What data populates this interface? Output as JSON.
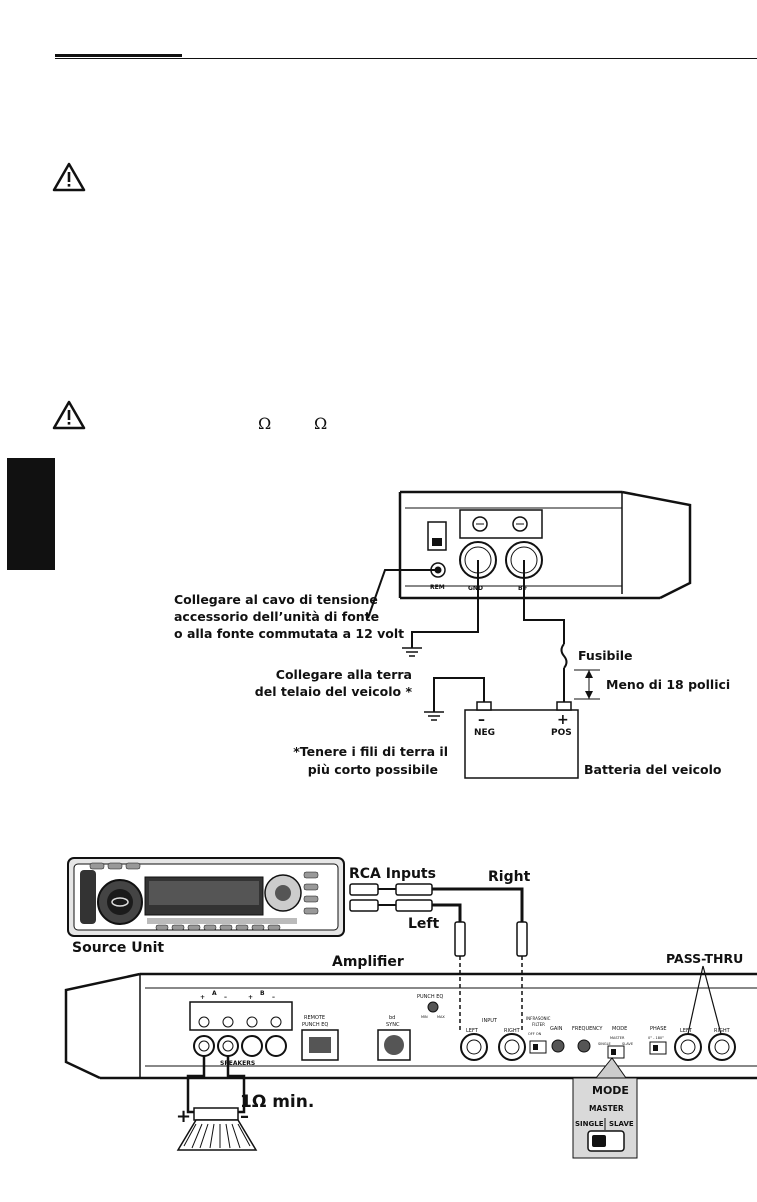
{
  "page": {
    "ohm_symbol_1": "Ω",
    "ohm_symbol_2": "Ω"
  },
  "power_diagram": {
    "amp_labels": {
      "rem": "REM",
      "gnd": "GND",
      "bplus": "B+"
    },
    "remote_label_1": "Collegare al cavo di tensione",
    "remote_label_2": "accessorio dell’unità di fonte",
    "remote_label_3": "o alla fonte commutata a 12 volt",
    "fuse_label": "Fusibile",
    "distance_label": "Meno di 18 pollici",
    "ground_label_1": "Collegare alla terra",
    "ground_label_2": "del telaio del veicolo *",
    "battery_neg_sign": "–",
    "battery_pos_sign": "+",
    "battery_neg": "NEG",
    "battery_pos": "POS",
    "note_1": "*Tenere i fili di terra il",
    "note_2": "più corto possibile",
    "battery_label": "Batteria del veicolo"
  },
  "signal_diagram": {
    "rca_inputs": "RCA Inputs",
    "right": "Right",
    "left": "Left",
    "source_unit": "Source Unit",
    "amplifier": "Amplifier",
    "pass_thru": "PASS-THRU",
    "speakers": "SPEAKERS",
    "speaker_a": "A",
    "speaker_b": "B",
    "remote_punch_eq_1": "REMOTE",
    "remote_punch_eq_2": "PUNCH EQ",
    "bd_sync_1": "bd",
    "bd_sync_2": "SYNC",
    "punch_eq": "PUNCH EQ",
    "punch_min": "MIN",
    "punch_max": "MAX",
    "input": "INPUT",
    "input_left": "LEFT",
    "input_right": "RIGHT",
    "infrasonic_1": "INFRASONIC",
    "infrasonic_2": "FILTER",
    "off_on": "OFF    ON",
    "gain": "GAIN",
    "frequency": "FREQUENCY",
    "mode": "MODE",
    "master": "MASTER",
    "single": "SINGLE",
    "slave": "SLAVE",
    "phase": "PHASE",
    "phase_vals": "0° - 180°",
    "pass_left": "LEFT",
    "pass_right": "RIGHT",
    "ohm_min": "1Ω min.",
    "plus": "+",
    "minus": "–",
    "mode_box_title": "MODE",
    "mode_box_master": "MASTER",
    "mode_box_single": "SINGLE",
    "mode_box_slave": "SLAVE"
  }
}
